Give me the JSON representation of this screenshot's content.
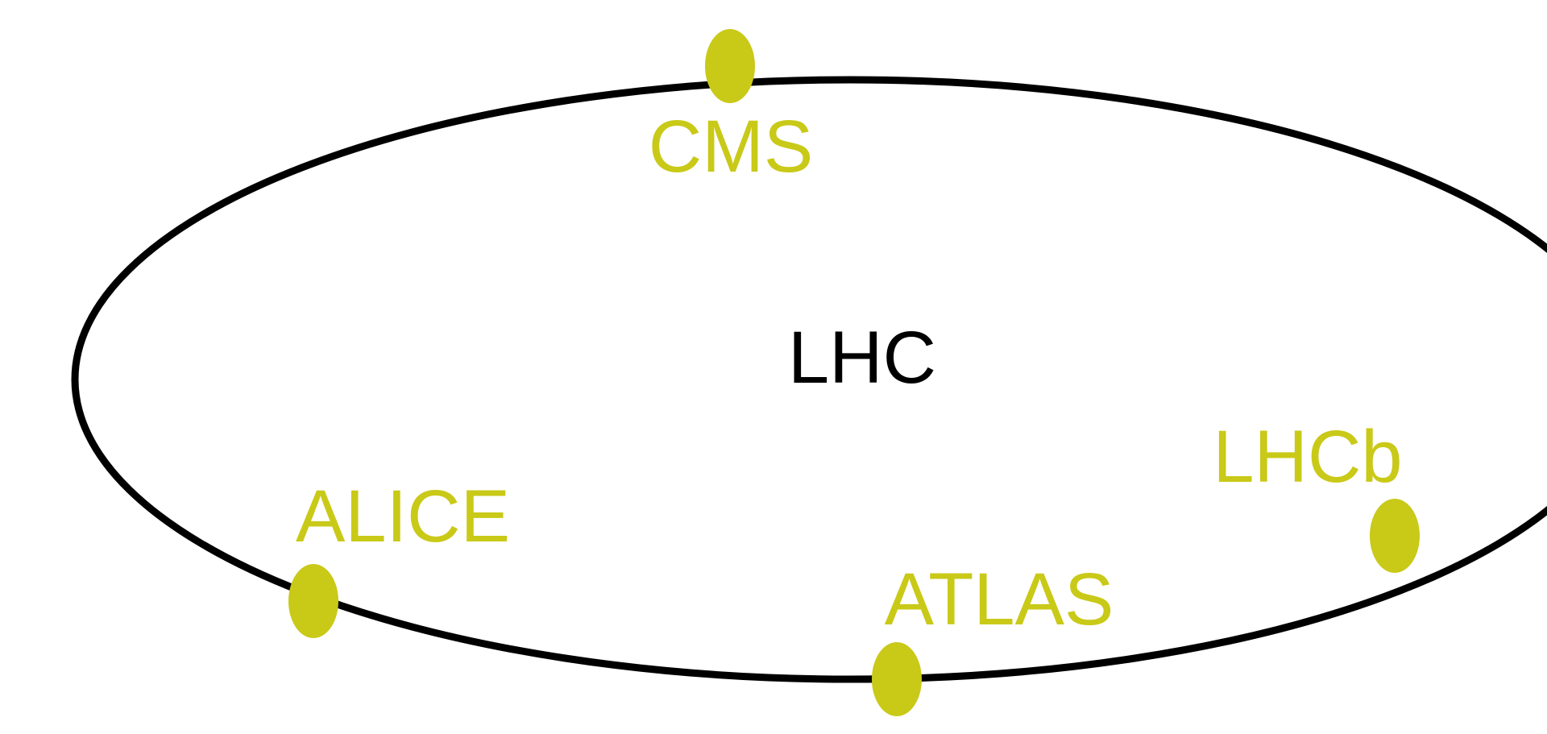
{
  "ring": {
    "label": "LHC",
    "color": "#000000"
  },
  "detectors": [
    {
      "id": "cms",
      "label": "CMS"
    },
    {
      "id": "alice",
      "label": "ALICE"
    },
    {
      "id": "atlas",
      "label": "ATLAS"
    },
    {
      "id": "lhcb",
      "label": "LHCb"
    }
  ],
  "colors": {
    "detector": "#c9c918",
    "background": "#ffffff"
  }
}
